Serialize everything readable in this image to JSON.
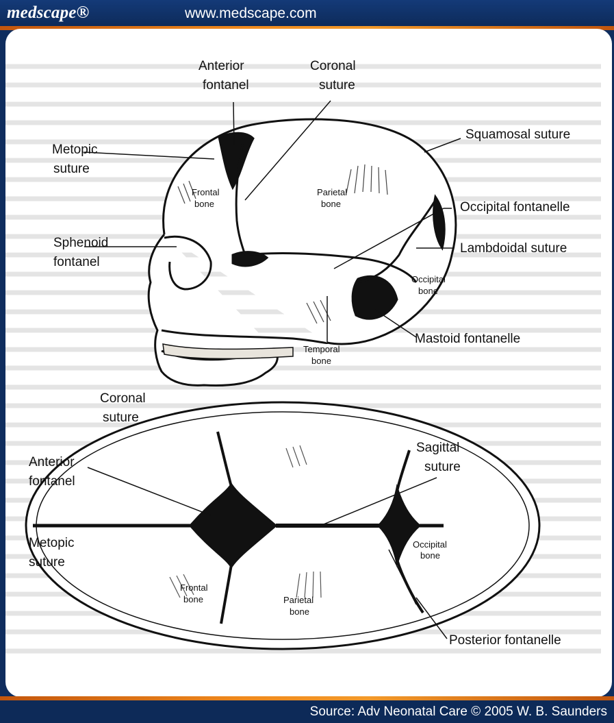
{
  "header": {
    "logo": "medscape®",
    "url": "www.medscape.com"
  },
  "footer": {
    "source": "Source: Adv Neonatal Care © 2005 W. B. Saunders"
  },
  "lateral_view": {
    "anterior_fontanel": [
      "Anterior",
      "fontanel"
    ],
    "coronal_suture": [
      "Coronal",
      "suture"
    ],
    "squamosal_suture": "Squamosal suture",
    "metopic_suture": [
      "Metopic",
      "suture"
    ],
    "frontal_bone": [
      "Frontal",
      "bone"
    ],
    "parietal_bone": [
      "Parietal",
      "bone"
    ],
    "occipital_fontanelle": "Occipital fontanelle",
    "sphenoid_fontanel": [
      "Sphenoid",
      "fontanel"
    ],
    "lambdoidal_suture": "Lambdoidal suture",
    "occipital_bone": [
      "Occipital",
      "bone"
    ],
    "mastoid_fontanelle": "Mastoid fontanelle",
    "temporal_bone": [
      "Temporal",
      "bone"
    ]
  },
  "top_view": {
    "coronal_suture": [
      "Coronal",
      "suture"
    ],
    "sagittal_suture": [
      "Sagittal",
      "suture"
    ],
    "anterior_fontanel": [
      "Anterior",
      "fontanel"
    ],
    "metopic_suture": [
      "Metopic",
      "suture"
    ],
    "occipital_bone": [
      "Occipital",
      "bone"
    ],
    "frontal_bone": [
      "Frontal",
      "bone"
    ],
    "parietal_bone": [
      "Parietal",
      "bone"
    ],
    "posterior_fontanelle": "Posterior fontanelle"
  }
}
